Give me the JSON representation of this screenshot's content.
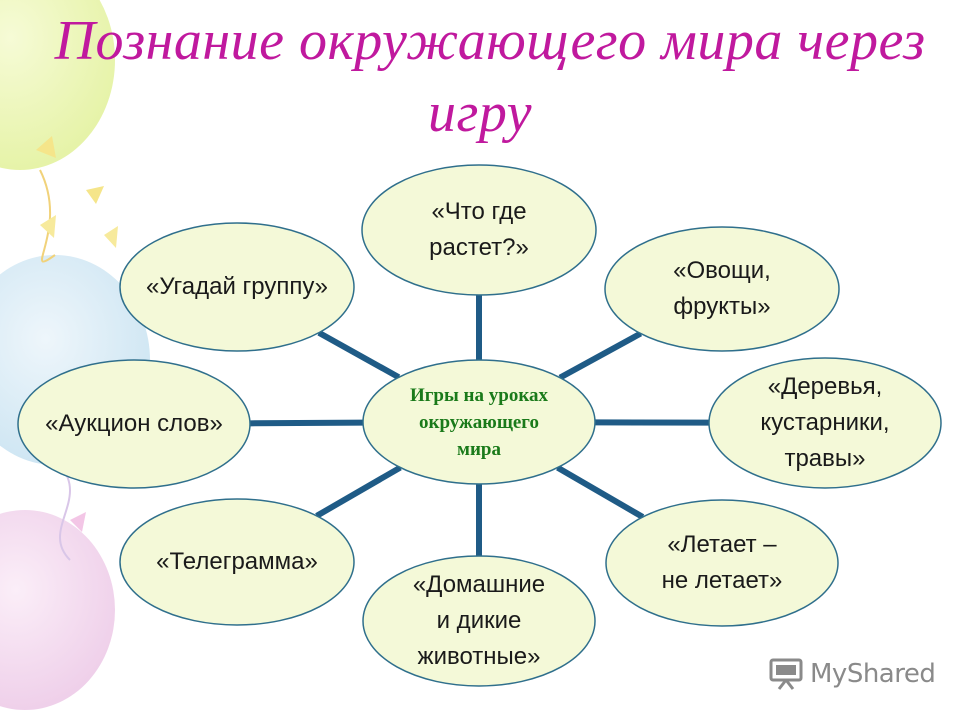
{
  "title": {
    "line1": "Познание окружающего мира через",
    "line2": "игру",
    "color": "#c0199e"
  },
  "center_node": {
    "text": "Игры на уроках\nокружающего\nмира"
  },
  "nodes": [
    {
      "id": "chto-gde-rastet",
      "text": "«Что где\nрастет?»"
    },
    {
      "id": "ovoshchi-frukty",
      "text": "«Овощи,\nфрукты»"
    },
    {
      "id": "derevya",
      "text": "«Деревья,\nкустарники,\nтравы»"
    },
    {
      "id": "letaet",
      "text": "«Летает –\nне летает»"
    },
    {
      "id": "domashnie",
      "text": "«Домашние\nи дикие\nживотные»"
    },
    {
      "id": "telegramma",
      "text": "«Телеграмма»"
    },
    {
      "id": "auktsion",
      "text": "«Аукцион слов»"
    },
    {
      "id": "ugaday",
      "text": "«Угадай группу»"
    }
  ],
  "watermark": {
    "text": "MyShared"
  },
  "colors": {
    "node_fill": "#f4f9d8",
    "node_stroke": "#2f6f8c",
    "connector": "#1f5b86",
    "center_text": "#1a7a1a"
  }
}
